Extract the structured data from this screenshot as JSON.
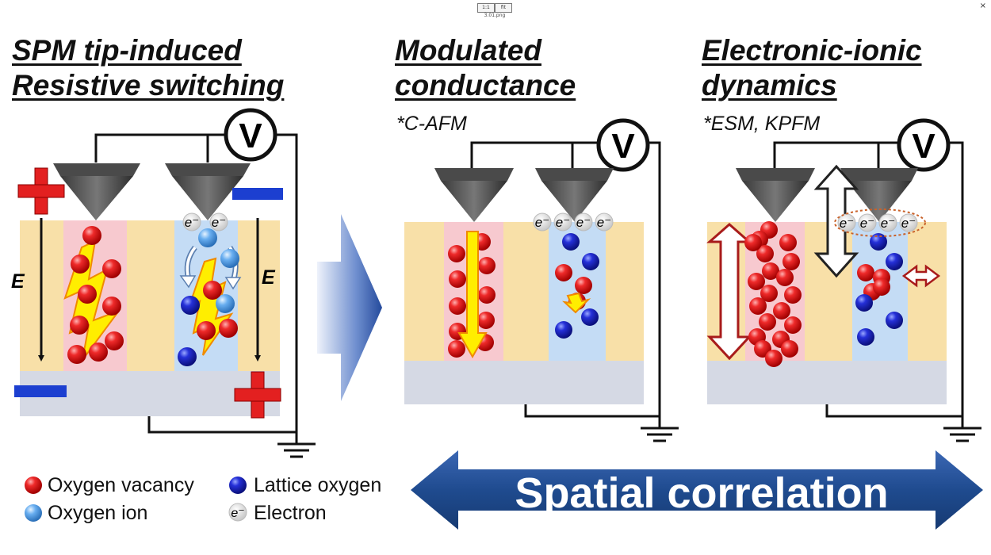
{
  "window": {
    "filename": "3.01.png",
    "toolbar_button_1": "1:1",
    "toolbar_button_2": "fit"
  },
  "panels": [
    {
      "title_line1": "SPM tip-induced",
      "title_line2": "Resistive switching",
      "subtitle": ""
    },
    {
      "title_line1": "Modulated",
      "title_line2": "conductance",
      "subtitle": "*C-AFM"
    },
    {
      "title_line1": "Electronic-ionic",
      "title_line2": "dynamics",
      "subtitle": "*ESM, KPFM"
    }
  ],
  "symbols": {
    "voltmeter": "V",
    "field": "E",
    "electron": "e⁻"
  },
  "legend": {
    "oxygen_vacancy": "Oxygen vacancy",
    "oxygen_ion": "Oxygen ion",
    "lattice_oxygen": "Lattice oxygen",
    "electron": "Electron"
  },
  "banner": {
    "label": "Spatial correlation"
  },
  "colors": {
    "film": "#f8e0a8",
    "substrate": "#d5d9e4",
    "vacancy_column": "#f7c9cf",
    "ion_column": "#c4dcf5",
    "vacancy": "#e31d1d",
    "lattice_oxygen": "#1c25c8",
    "oxygen_ion": "#5aa2e8",
    "banner": "#1f4b8f",
    "plus": "#e32020",
    "minus": "#1c3fd0"
  }
}
